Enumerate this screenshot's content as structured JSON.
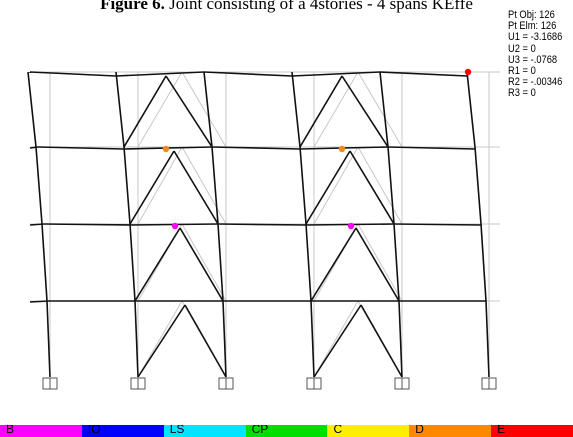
{
  "caption": {
    "label": "Figure 6.",
    "text": " Joint consisting of a 4stories - 4 spans KEffe"
  },
  "readout": [
    "Pt Obj: 126",
    "Pt Elm: 126",
    "U1 = -3.1686",
    "U2 = 0",
    "U3 = -.0768",
    "R1 = 0",
    "R2 = -.00346",
    "R3 = 0"
  ],
  "legend": [
    {
      "label": "B",
      "color": "#ff00ff"
    },
    {
      "label": "IO",
      "color": "#0000ff"
    },
    {
      "label": "LS",
      "color": "#00e5ff"
    },
    {
      "label": "CP",
      "color": "#00dd00"
    },
    {
      "label": "C",
      "color": "#ffee00"
    },
    {
      "label": "D",
      "color": "#ff8800"
    },
    {
      "label": "E",
      "color": "#ff0000"
    }
  ],
  "colors": {
    "frame": "#111111",
    "undeformed": "#c8c8c8",
    "hinge_point": "#ff0000",
    "hinge_d": "#f08a1c",
    "hinge_b": "#ff00ff"
  }
}
